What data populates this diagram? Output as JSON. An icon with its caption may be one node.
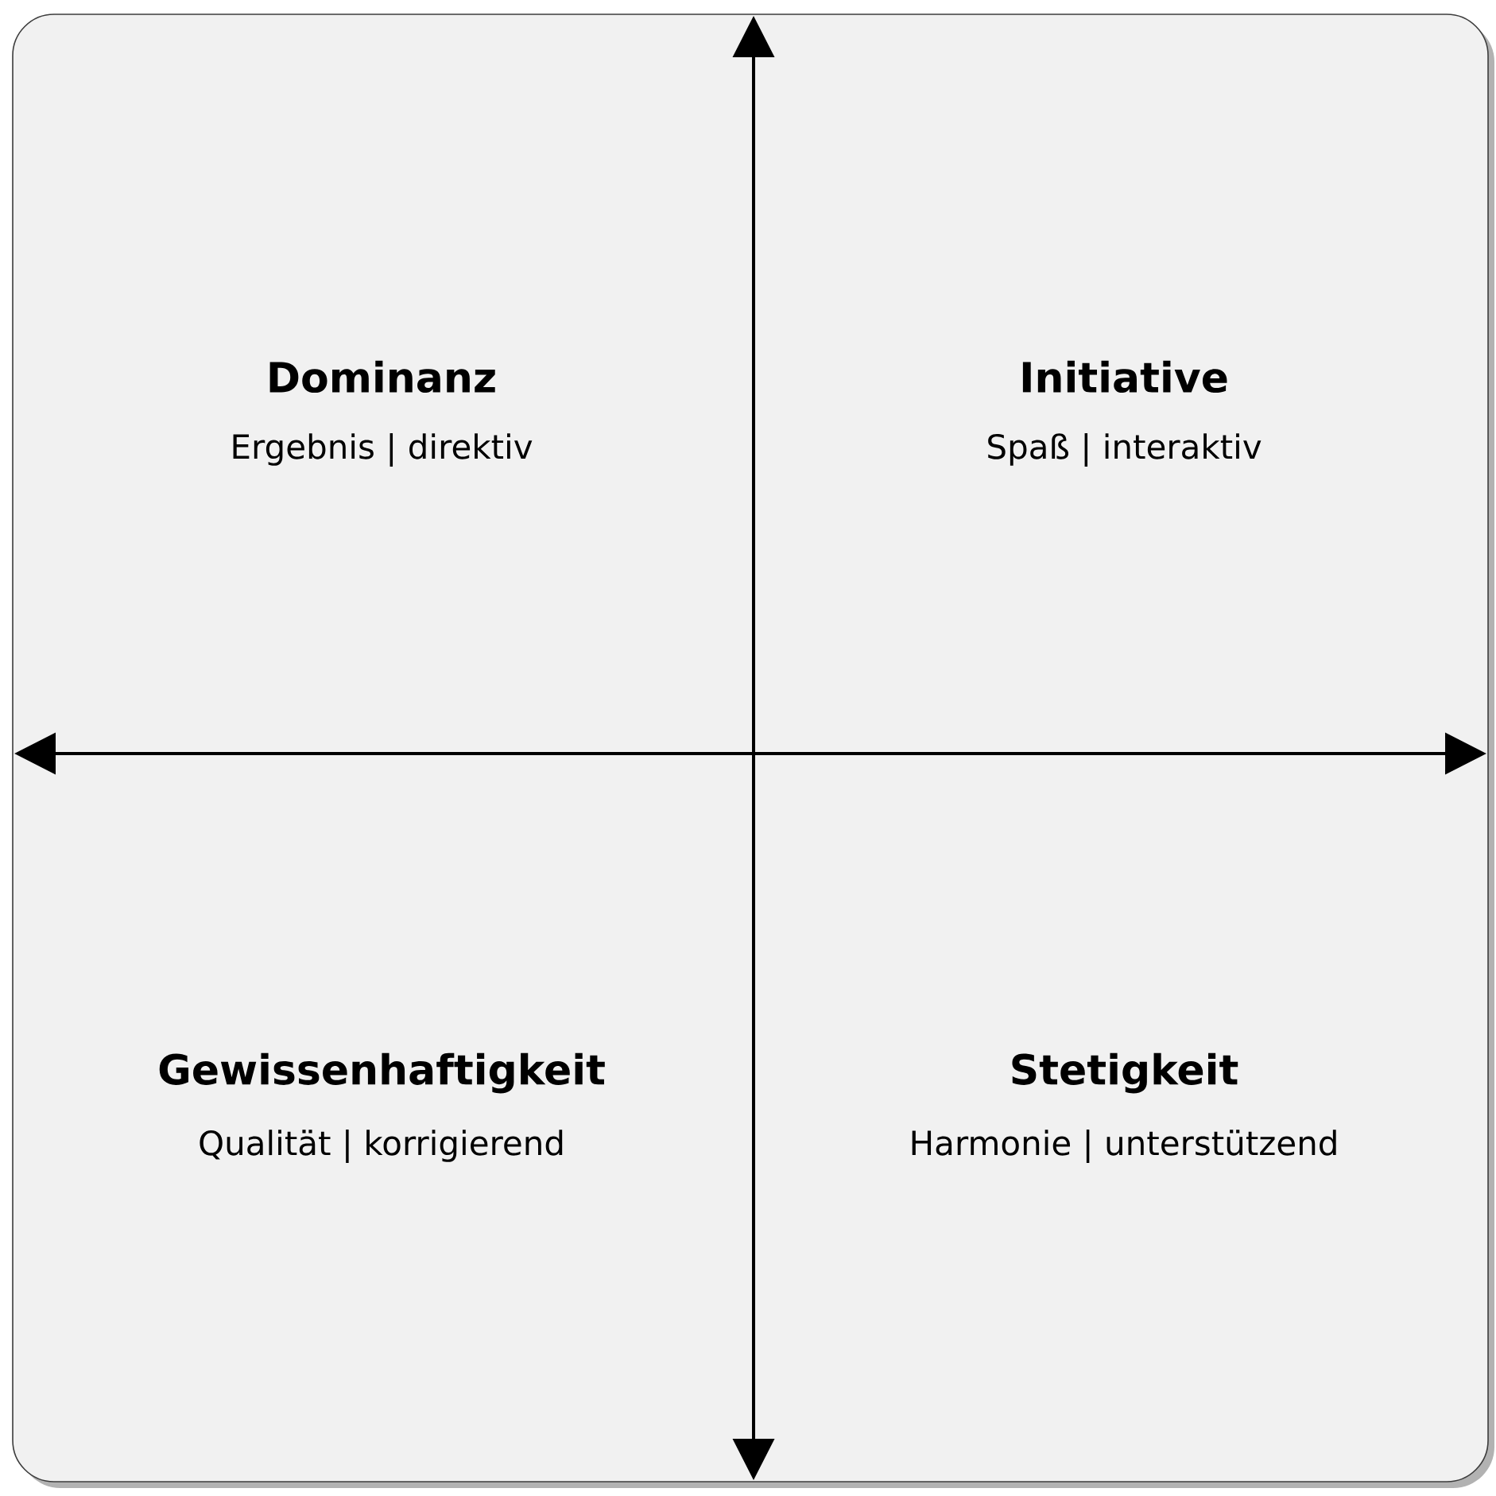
{
  "diagram": {
    "labels": [
      "Dominanz",
      "Ergebnis | direktiv",
      "Initiative",
      "Spaß | interaktiv",
      "Gewissenhaftigkeit",
      "Qualität | korrigierend",
      "Stetigkeit",
      "Harmonie | unterstützend"
    ]
  }
}
